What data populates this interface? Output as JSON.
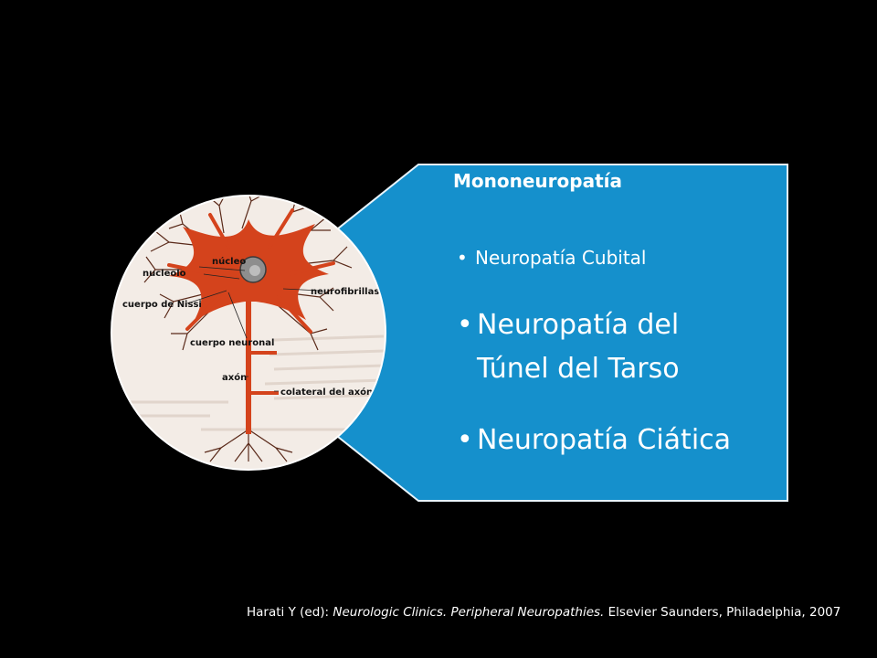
{
  "panel": {
    "title": "Mononeuropatía",
    "bullets": [
      "Neuropatía Cubital",
      "Neuropatía del Túnel del Tarso",
      "Neuropatía Ciática"
    ],
    "bullet_glyph": "•",
    "color": "#1590cc"
  },
  "neuron_diagram": {
    "labels": {
      "nucleus": "núcleo",
      "nucleolus": "nucleolo",
      "nissl": "cuerpo de Nissi",
      "neurofibrils": "neurofibrillas",
      "cell_body": "cuerpo neuronal",
      "axon": "axón",
      "collateral": "colateral del axón"
    },
    "neuron_color": "#d4431c"
  },
  "citation": {
    "authors": "Harati Y (ed): ",
    "journal": "Neurologic Clinics. Peripheral Neuropathies.",
    "publisher": " Elsevier Saunders, Philadelphia, 2007"
  }
}
